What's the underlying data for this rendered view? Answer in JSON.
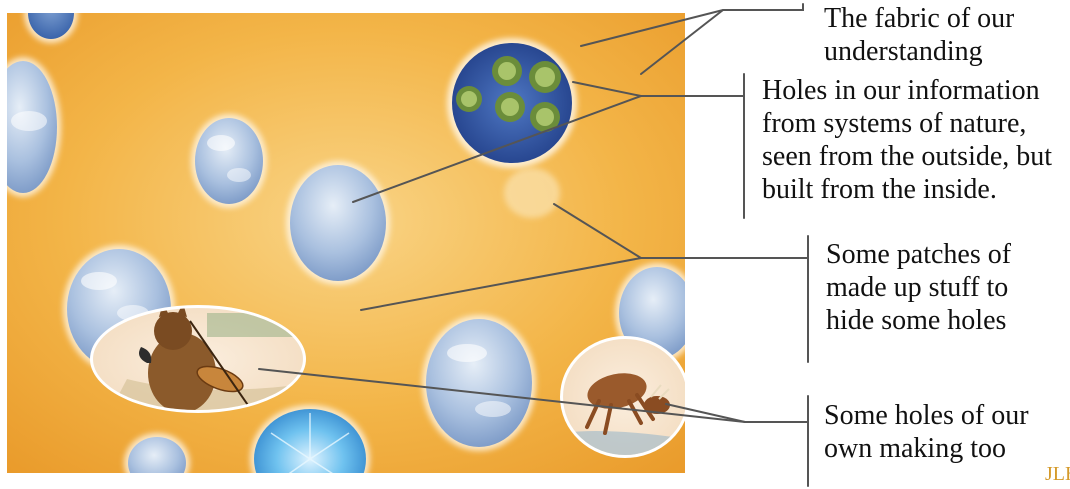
{
  "captions": {
    "fabric": "The fabric of our\nunderstanding",
    "holes": "Holes in our information\nfrom systems of nature,\nseen from the outside, but\nbuilt from the inside.",
    "patches": "Some patches of\nmade up stuff to\nhide some holes",
    "own": "Some holes of our\nown making too"
  },
  "signature": "JLH",
  "colors": {
    "fabric_light": "#f9d486",
    "fabric_mid": "#f3b548",
    "fabric_dark": "#e99a2a",
    "sky_light": "#dfe9f4",
    "sky_blue": "#6f8fc0",
    "leader_line": "#555555"
  },
  "illustrations": {
    "cells_hole": "green-cells-micrograph",
    "fiddler_patch": "cat-playing-fiddle",
    "cow_patch": "jumping-cow"
  }
}
